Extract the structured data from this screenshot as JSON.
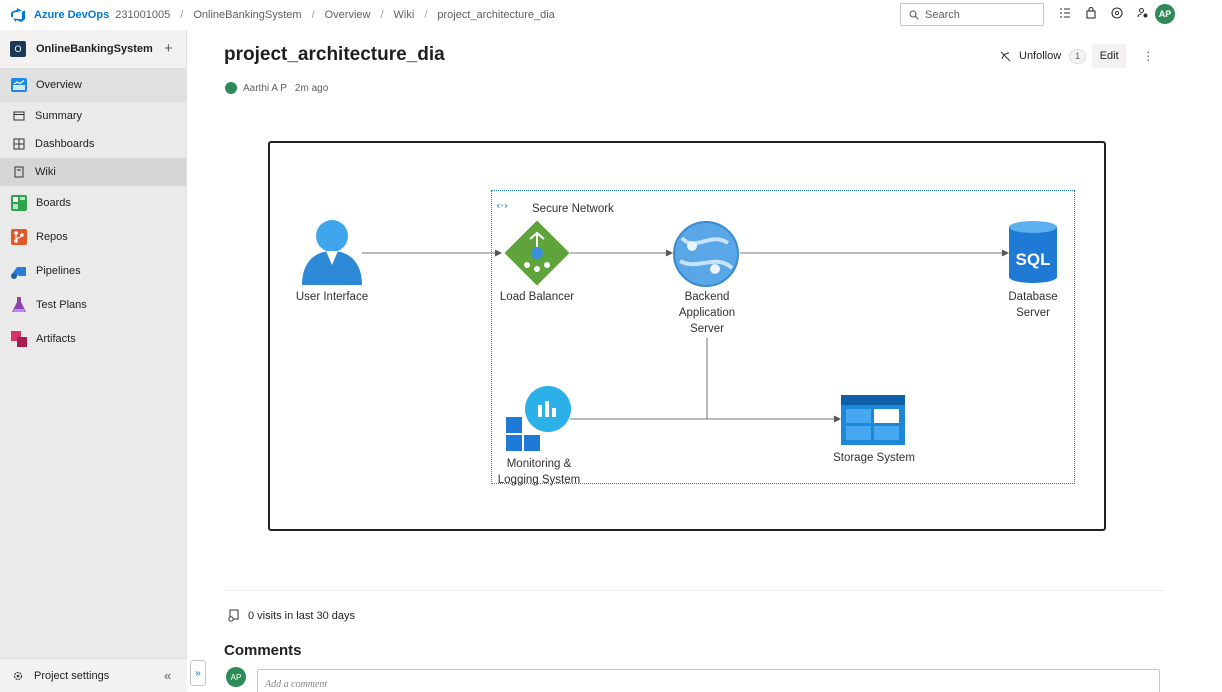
{
  "header": {
    "brand": "Azure DevOps",
    "org": "231001005",
    "breadcrumbs": [
      "OnlineBankingSystem",
      "Overview",
      "Wiki",
      "project_architecture_dia"
    ],
    "search_placeholder": "Search",
    "avatar_initials": "AP"
  },
  "sidebar": {
    "project_initial": "O",
    "project_name": "OnlineBankingSystem",
    "items": [
      {
        "label": "Overview"
      },
      {
        "label": "Summary"
      },
      {
        "label": "Dashboards"
      },
      {
        "label": "Wiki"
      },
      {
        "label": "Boards"
      },
      {
        "label": "Repos"
      },
      {
        "label": "Pipelines"
      },
      {
        "label": "Test Plans"
      },
      {
        "label": "Artifacts"
      }
    ],
    "settings_label": "Project settings"
  },
  "page": {
    "title": "project_architecture_dia",
    "author": "Aarthi A P",
    "time": "2m ago",
    "unfollow_label": "Unfollow",
    "follow_count": "1",
    "edit_label": "Edit"
  },
  "diagram": {
    "network_label": "Secure Network",
    "nodes": {
      "user_interface": "User Interface",
      "load_balancer": "Load Balancer",
      "backend_line1": "Backend",
      "backend_line2": "Application",
      "backend_line3": "Server",
      "database_line1": "Database",
      "database_line2": "Server",
      "sql_text": "SQL",
      "monitoring_line1": "Monitoring &",
      "monitoring_line2": "Logging System",
      "storage": "Storage System"
    }
  },
  "footer": {
    "visits": "0 visits in last 30 days",
    "comments_title": "Comments",
    "comment_placeholder": "Add a comment",
    "comment_avatar": "AP"
  },
  "colors": {
    "accent": "#0078d4",
    "avatar": "#2e8b57",
    "network_border": "#2a7bd6"
  }
}
